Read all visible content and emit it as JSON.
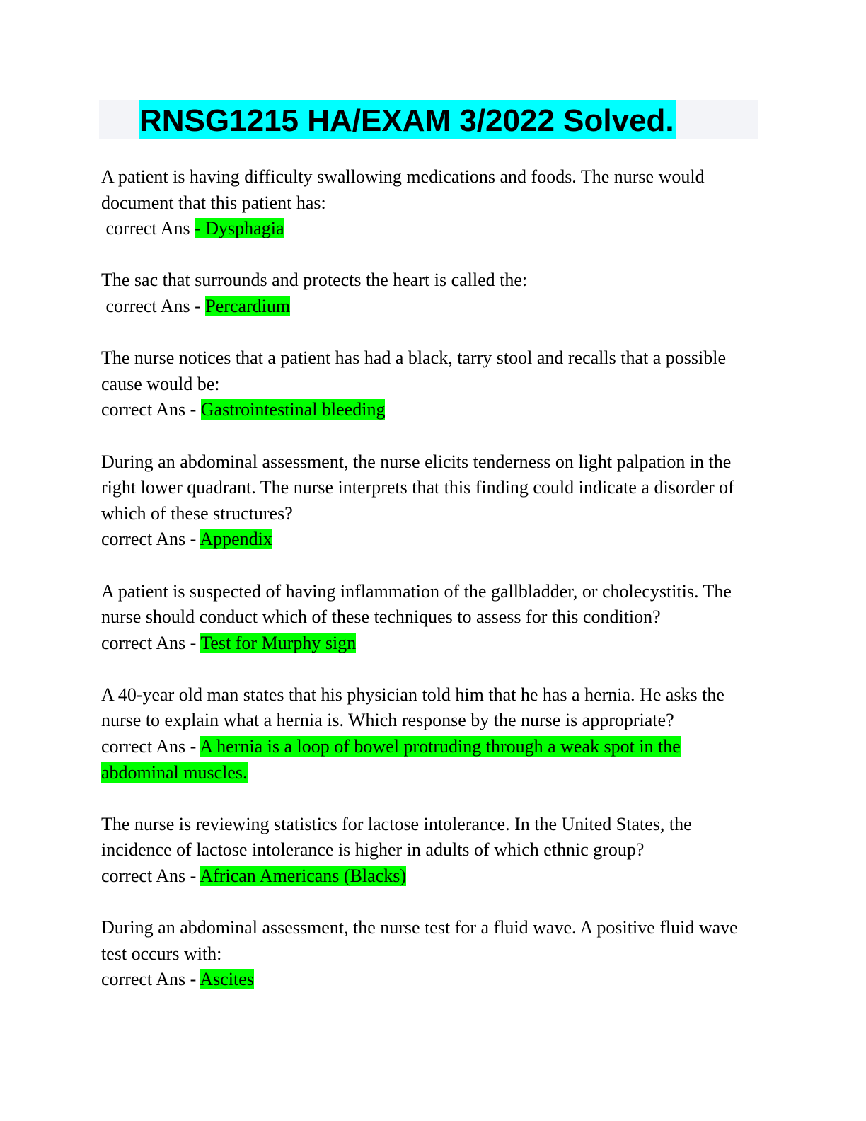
{
  "document": {
    "title": "RNSG1215 HA/EXAM 3/2022 Solved."
  },
  "colors": {
    "title_highlight": "#00ffff",
    "answer_highlight": "#00ff00"
  },
  "qa": [
    {
      "question": "A patient is having difficulty swallowing medications and foods. The nurse would document that this patient has:",
      "prefix": " correct Ans ",
      "answer": "- Dysphagia"
    },
    {
      "question": "The sac that surrounds and protects the heart is called the:",
      "prefix": " correct Ans - ",
      "answer": "Percardium"
    },
    {
      "question": "The nurse notices that a patient has had a black, tarry stool and recalls that a possible cause would be:",
      "prefix": "correct Ans - ",
      "answer": "Gastrointestinal bleeding"
    },
    {
      "question": "During an abdominal assessment, the nurse elicits tenderness on light palpation in the right lower quadrant. The nurse interprets that this finding could indicate a disorder of which of these structures?",
      "prefix": "correct Ans - ",
      "answer": "Appendix"
    },
    {
      "question": "A patient is suspected of having inflammation of the gallbladder, or cholecystitis. The nurse should conduct which of these techniques to assess for this condition?",
      "prefix": "correct Ans - ",
      "answer": "Test for Murphy sign"
    },
    {
      "question": "A 40-year old man states that his physician told him that he has a hernia. He asks the nurse to explain what a hernia is. Which response by the nurse is appropriate?",
      "prefix": "correct Ans - ",
      "answer": "A hernia is a loop of bowel protruding through a weak spot in the abdominal muscles."
    },
    {
      "question": "The nurse is reviewing statistics for lactose intolerance. In the United States, the incidence of lactose intolerance is higher in adults of which ethnic group?",
      "prefix": "correct Ans - ",
      "answer": "African Americans (Blacks)"
    },
    {
      "question": "During an abdominal assessment, the nurse test for a fluid wave. A positive fluid wave test occurs with:",
      "prefix": "correct Ans - ",
      "answer": "Ascites"
    }
  ]
}
